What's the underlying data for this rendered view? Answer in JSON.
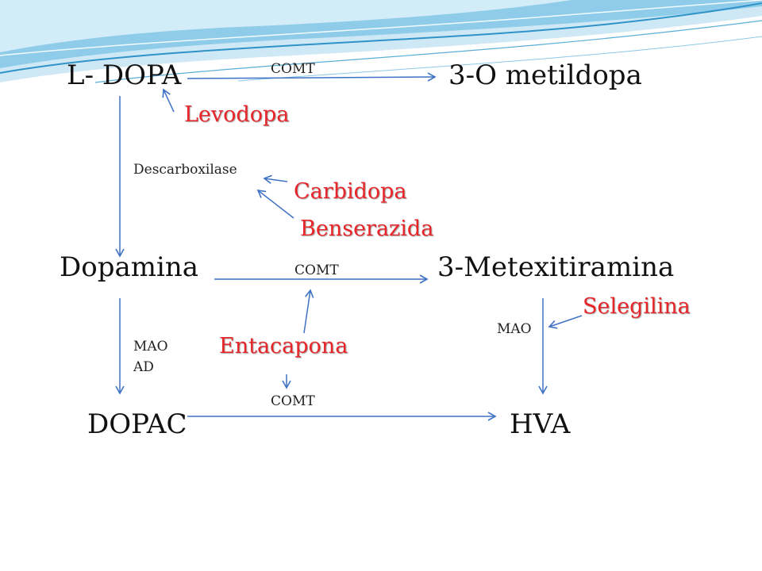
{
  "colors": {
    "arrow": "#3f72c4",
    "drug_text": "#e8262a",
    "main_text": "#111111",
    "wave_light": "#bfe0f2",
    "wave_mid": "#7ec4e6",
    "wave_dark": "#2f93c8"
  },
  "nodes": {
    "ldopa": "L- DOPA",
    "metildopa": "3-O metildopa",
    "dopamina": "Dopamina",
    "metexitiramina": "3-Metexitiramina",
    "dopac": "DOPAC",
    "hva": "HVA"
  },
  "enzymes": {
    "comt_top": "COMT",
    "descarboxilase": "Descarboxilase",
    "comt_mid": "COMT",
    "mao_ad": "MAO\nAD",
    "mao": "MAO",
    "comt_bottom": "COMT"
  },
  "drugs": {
    "levodopa": "Levodopa",
    "carbidopa": "Carbidopa",
    "benserazida": "Benserazida",
    "selegilina": "Selegilina",
    "entacapona": "Entacapona"
  }
}
